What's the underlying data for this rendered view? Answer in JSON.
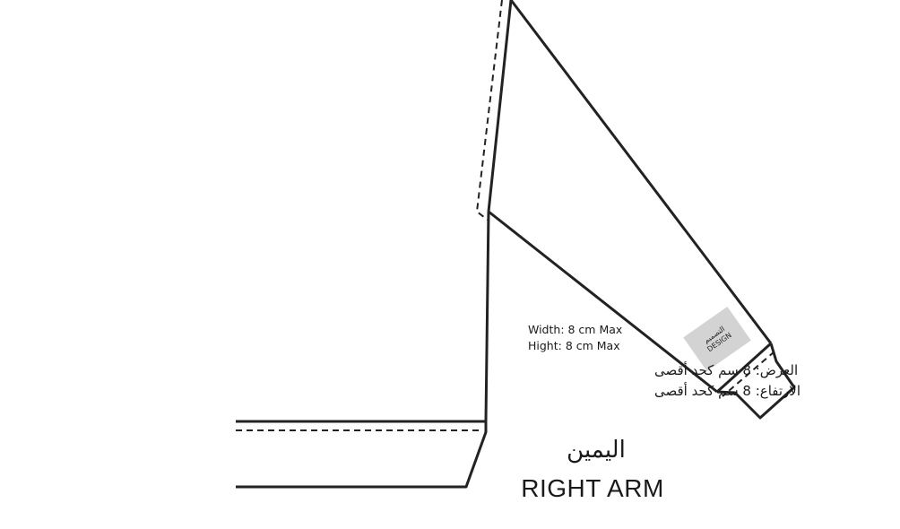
{
  "labels": {
    "width_en": "Width: 8 cm Max",
    "height_en": "Hight: 8 cm Max",
    "width_ar": "العرض: 8 سم كحد أقصى",
    "height_ar": "الارتفاع: 8 سم كحد أقصى",
    "title_ar": "اليمين",
    "title_en": "RIGHT ARM"
  },
  "badge": {
    "line1": "التصميم",
    "line2": "DESIGN",
    "color": "#d3d3d3"
  },
  "colors": {
    "stroke": "#222222",
    "background": "#ffffff"
  }
}
